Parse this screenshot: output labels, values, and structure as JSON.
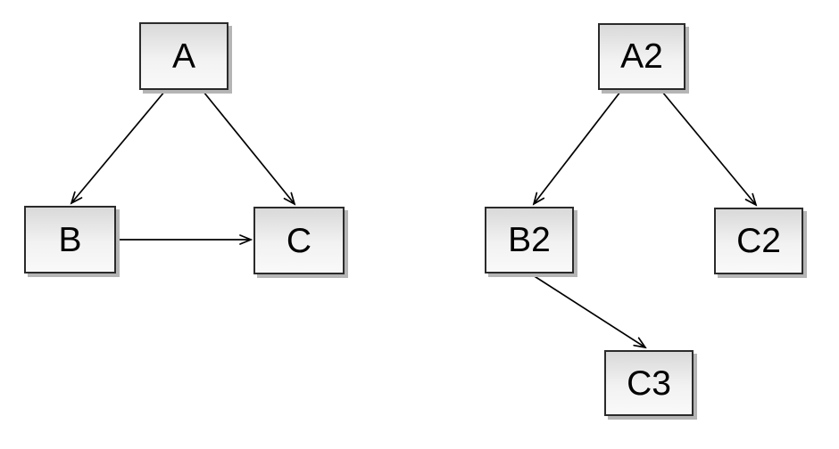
{
  "diagram": {
    "background_color": "#ffffff",
    "node_style": {
      "fill_top": "#d9d9d9",
      "fill_bottom": "#f9f9f9",
      "border_color": "#2b2b2b",
      "shadow_color": "#b5b5b5",
      "text_color": "#000000"
    },
    "edge_style": {
      "line_color": "#000000",
      "arrowhead": "open-v"
    },
    "graphs": [
      {
        "name": "left",
        "nodes": [
          {
            "id": "A",
            "label": "A"
          },
          {
            "id": "B",
            "label": "B"
          },
          {
            "id": "C",
            "label": "C"
          }
        ],
        "edges": [
          {
            "from": "A",
            "to": "B"
          },
          {
            "from": "A",
            "to": "C"
          },
          {
            "from": "B",
            "to": "C"
          }
        ]
      },
      {
        "name": "right",
        "nodes": [
          {
            "id": "A2",
            "label": "A2"
          },
          {
            "id": "B2",
            "label": "B2"
          },
          {
            "id": "C2",
            "label": "C2"
          },
          {
            "id": "C3",
            "label": "C3"
          }
        ],
        "edges": [
          {
            "from": "A2",
            "to": "B2"
          },
          {
            "from": "A2",
            "to": "C2"
          },
          {
            "from": "B2",
            "to": "C3"
          }
        ]
      }
    ]
  }
}
